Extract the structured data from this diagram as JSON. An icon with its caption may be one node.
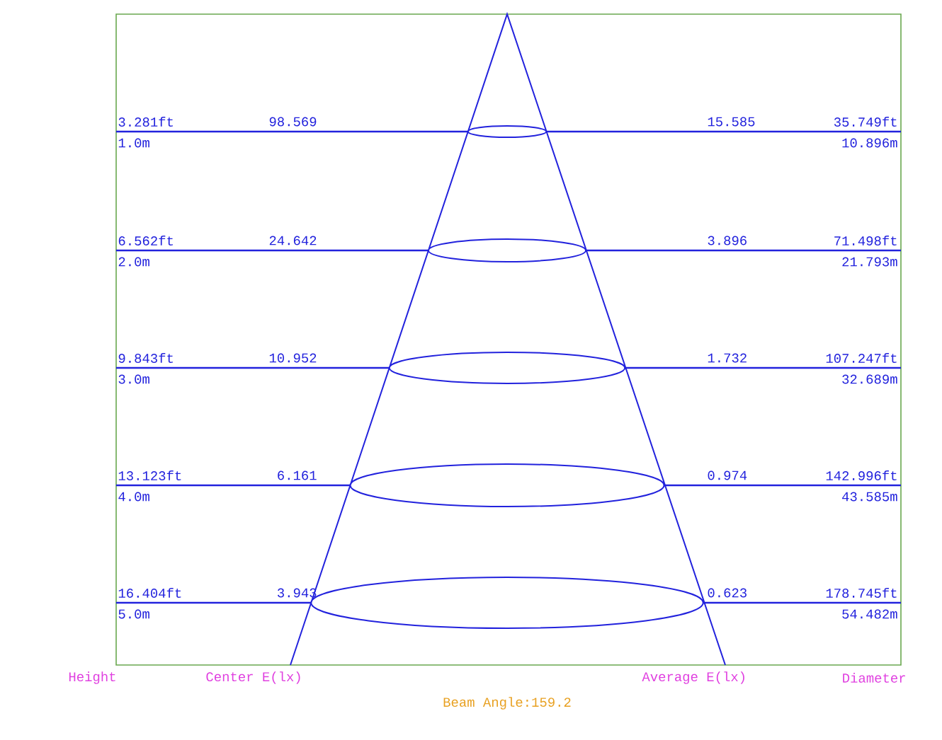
{
  "diagram": {
    "labels": [
      "3.281ft",
      "98.569",
      "15.585",
      "35.749ft",
      "1.0m",
      "10.896m",
      "6.562ft",
      "24.642",
      "3.896",
      "71.498ft",
      "2.0m",
      "21.793m",
      "9.843ft",
      "10.952",
      "1.732",
      "107.247ft",
      "3.0m",
      "32.689m",
      "13.123ft",
      "6.161",
      "0.974",
      "142.996ft",
      "4.0m",
      "43.585m",
      "16.404ft",
      "3.943",
      "0.623",
      "178.745ft",
      "5.0m",
      "54.482m",
      "Height",
      "Center E(lx)",
      "Average E(lx)",
      "Diameter",
      "Beam Angle:159.2"
    ]
  }
}
